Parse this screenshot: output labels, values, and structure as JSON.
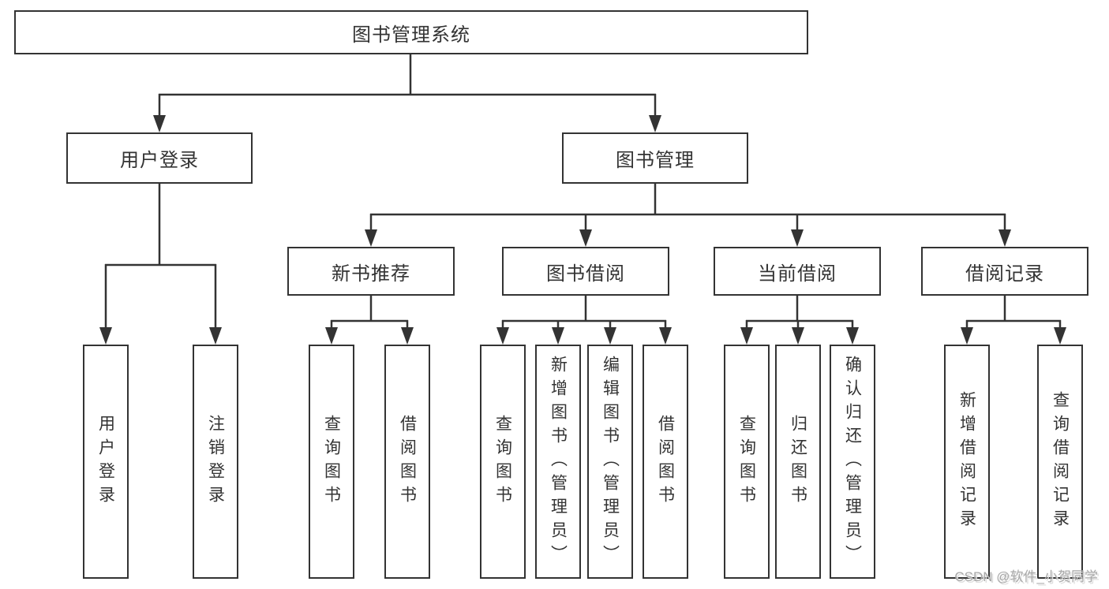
{
  "diagram": {
    "root": {
      "label": "图书管理系统"
    },
    "level2": [
      {
        "label": "用户登录"
      },
      {
        "label": "图书管理"
      }
    ],
    "level3": [
      {
        "label": "新书推荐"
      },
      {
        "label": "图书借阅"
      },
      {
        "label": "当前借阅"
      },
      {
        "label": "借阅记录"
      }
    ],
    "leaves": {
      "user_login_group": [
        "用户登录",
        "注销登录"
      ],
      "new_book_group": [
        "查询图书",
        "借阅图书"
      ],
      "book_borrow_group": [
        "查询图书",
        "新增图书（管理员）",
        "编辑图书（管理员）",
        "借阅图书"
      ],
      "current_borrow_group": [
        "查询图书",
        "归还图书",
        "确认归还（管理员）"
      ],
      "borrow_record_group": [
        "新增借阅记录",
        "查询借阅记录"
      ]
    }
  },
  "watermark": {
    "text": "CSDN @软件_小贺同学"
  },
  "colors": {
    "line": "#333333",
    "text": "#333333",
    "watermark": "#a8a8a8",
    "background": "#ffffff"
  }
}
